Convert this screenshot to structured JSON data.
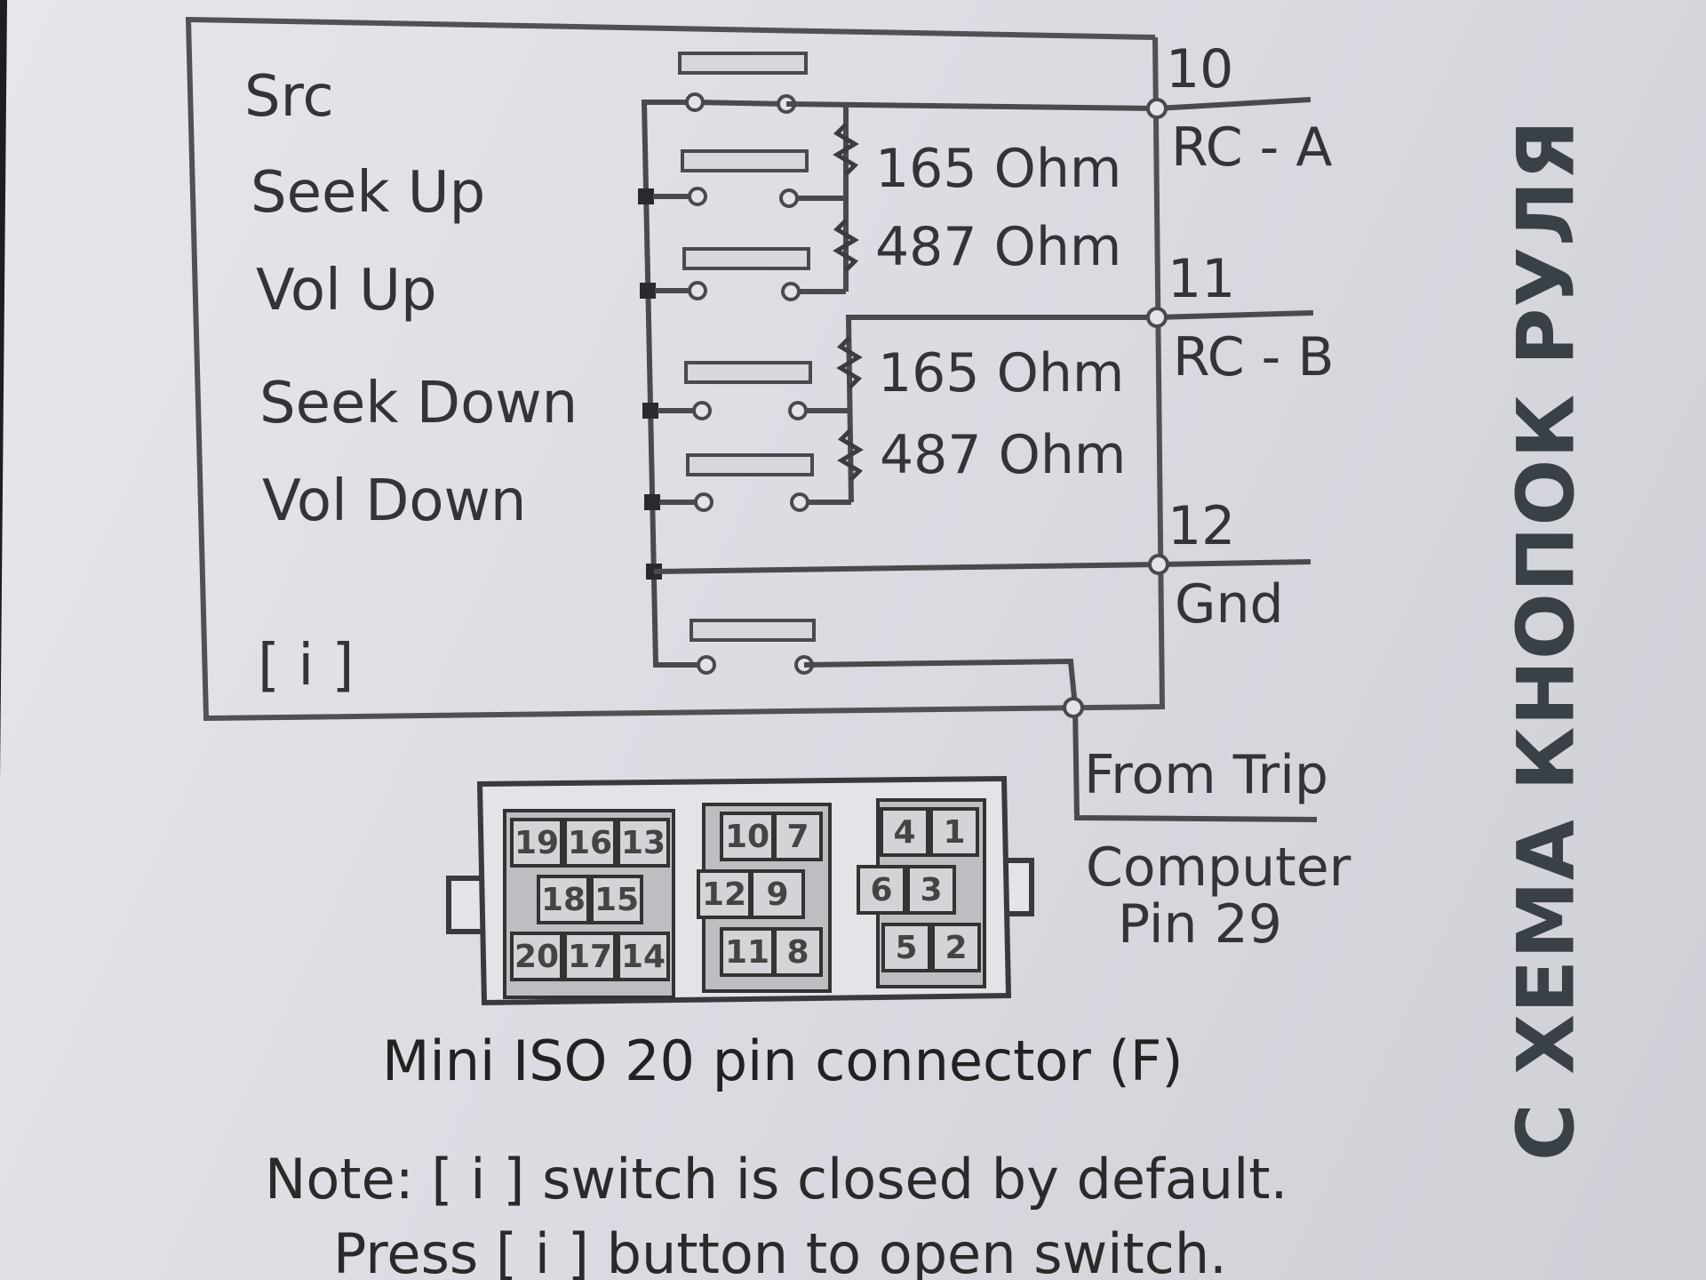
{
  "buttons": {
    "src": "Src",
    "seek_up": "Seek Up",
    "vol_up": "Vol Up",
    "seek_down": "Seek Down",
    "vol_down": "Vol Down",
    "info": "[ i ]"
  },
  "resistors": {
    "a1": "165 Ohm",
    "a2": "487 Ohm",
    "b1": "165 Ohm",
    "b2": "487 Ohm"
  },
  "pins": {
    "p10": "10",
    "rc_a": "RC - A",
    "p11": "11",
    "rc_b": "RC - B",
    "p12": "12",
    "gnd": "Gnd",
    "from_trip": "From Trip",
    "computer": "Computer",
    "pin29": "Pin 29"
  },
  "connector": {
    "caption": "Mini ISO 20 pin connector (F)",
    "left_block": [
      "19",
      "16",
      "13",
      "18",
      "15",
      "20",
      "17",
      "14"
    ],
    "middle_block": [
      "10",
      "7",
      "12",
      "9",
      "11",
      "8"
    ],
    "right_block": [
      "4",
      "1",
      "6",
      "3",
      "5",
      "2"
    ]
  },
  "notes": {
    "line1": "Note: [ i ] switch is closed by default.",
    "line2": "Press [ i ] button to open switch."
  },
  "side_title": "С ХЕМА КНОПОК РУЛЯ",
  "colors": {
    "paper": "#dcdce3",
    "ink": "#333338",
    "title": "#394147",
    "background": "#1e1e1e"
  }
}
